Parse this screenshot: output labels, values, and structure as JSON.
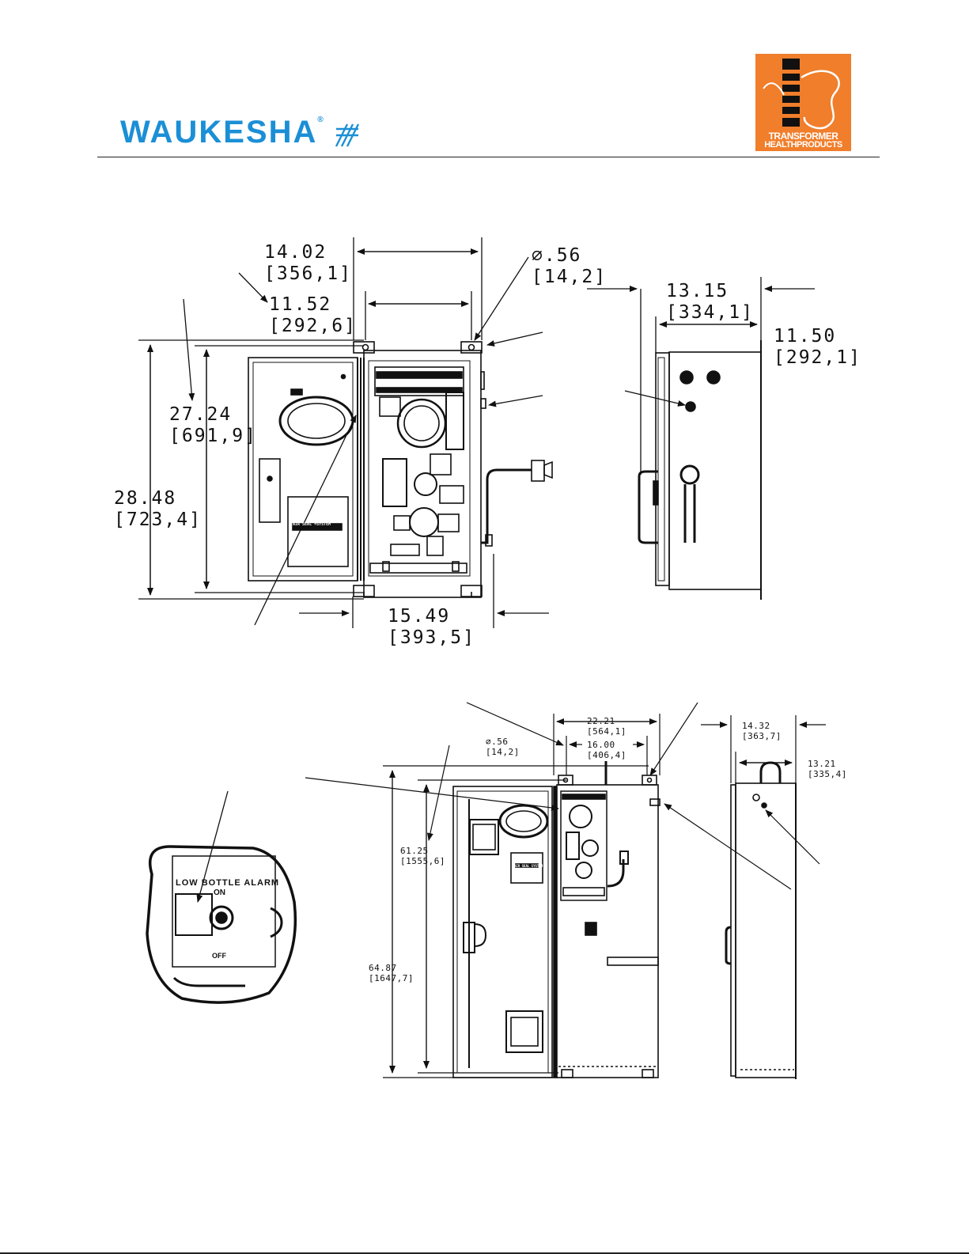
{
  "header": {
    "brand": "WAUKESHA",
    "brand_mark": "®",
    "badge_line1": "TRANSFORMER",
    "badge_line2": "HEALTHPRODUCTS"
  },
  "drawing_top": {
    "width_outer": "14.02\n[356,1]",
    "width_inner": "11.52\n[292,6]",
    "hole_dia": "∅.56\n[14,2]",
    "height_inner": "27.24\n[691,9]",
    "height_outer": "28.48\n[723,4]",
    "depth_door": "15.49\n[393,5]",
    "side_outer": "13.15\n[334,1]",
    "side_inner": "11.50\n[292,1]",
    "door_label": "AIR SEAL ®SYSTEM"
  },
  "drawing_bottom": {
    "width_outer": "22.21\n[564,1]",
    "width_inner": "16.00\n[406,4]",
    "hole_dia": "∅.56\n[14,2]",
    "height_inner": "61.25\n[1555,6]",
    "height_outer": "64.87\n[1647,7]",
    "side_outer": "14.32\n[363,7]",
    "side_inner": "13.21\n[335,4]",
    "door_label": "AIR SEAL SYSTEM"
  },
  "detail": {
    "switch_label_top": "LOW BOTTLE ALARM",
    "switch_on": "ON",
    "switch_off": "OFF"
  },
  "colors": {
    "brand_blue": "#1b8fd6",
    "badge_orange": "#f07e2b",
    "line": "#111111"
  }
}
